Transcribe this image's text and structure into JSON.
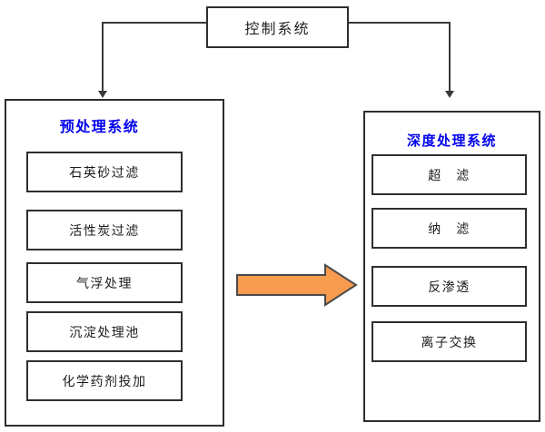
{
  "control": {
    "label": "控制系统"
  },
  "left_panel": {
    "title": "预处理系统",
    "items": [
      "石英砂过滤",
      "活性炭过滤",
      "气浮处理",
      "沉淀处理池",
      "化学药剂投加"
    ]
  },
  "right_panel": {
    "title": "深度处理系统",
    "items": [
      "超　滤",
      "纳　滤",
      "反渗透",
      "离子交换"
    ]
  },
  "colors": {
    "header_blue": "#0000ED",
    "arrow_fill": "#F79B4F",
    "arrow_stroke": "#4A4A4A",
    "line": "#3A3A3A"
  }
}
